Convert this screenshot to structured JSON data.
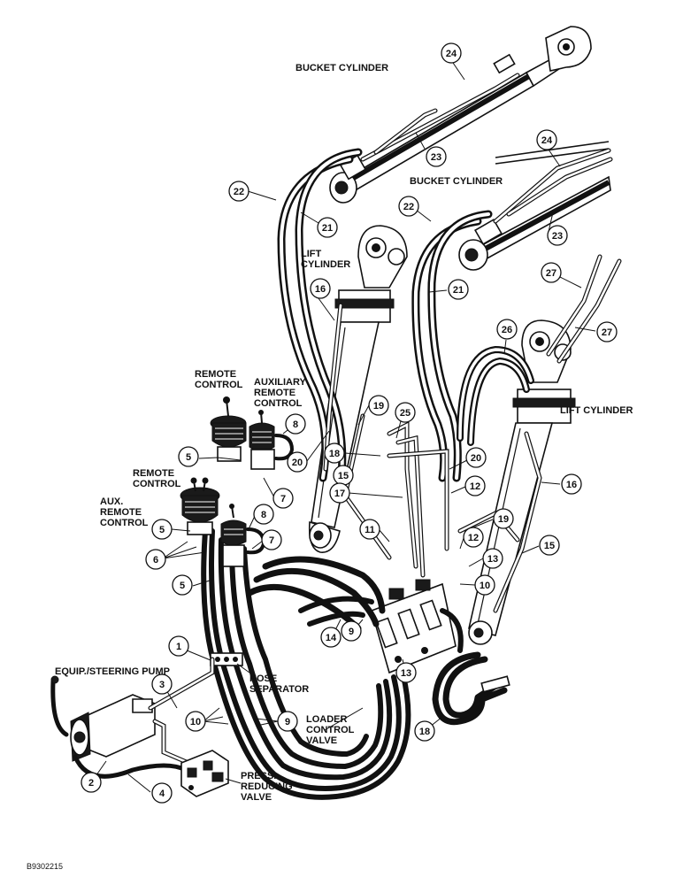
{
  "labels": {
    "bucket_cylinder_1": "BUCKET CYLINDER",
    "bucket_cylinder_2": "BUCKET CYLINDER",
    "lift_cylinder_1_a": "LIFT",
    "lift_cylinder_1_b": "CYLINDER",
    "lift_cylinder_2": "LIFT CYLINDER",
    "remote_control_1_a": "REMOTE",
    "remote_control_1_b": "CONTROL",
    "aux_remote_control_1_a": "AUXILIARY",
    "aux_remote_control_1_b": "REMOTE",
    "aux_remote_control_1_c": "CONTROL",
    "remote_control_2_a": "REMOTE",
    "remote_control_2_b": "CONTROL",
    "aux_remote_control_2_a": "AUX.",
    "aux_remote_control_2_b": "REMOTE",
    "aux_remote_control_2_c": "CONTROL",
    "equip_steering_pump": "EQUIP./STEERING PUMP",
    "hose_separator_a": "HOSE",
    "hose_separator_b": "SEPARATOR",
    "loader_control_valve_a": "LOADER",
    "loader_control_valve_b": "CONTROL",
    "loader_control_valve_c": "VALVE",
    "press_reducing_valve_a": "PRESS.",
    "press_reducing_valve_b": "REDUCING",
    "press_reducing_valve_c": "VALVE",
    "figure_ref": "B9302215"
  },
  "callouts": [
    "24",
    "23",
    "24",
    "22",
    "21",
    "22",
    "23",
    "27",
    "21",
    "16",
    "27",
    "26",
    "8",
    "19",
    "25",
    "5",
    "20",
    "18",
    "15",
    "20",
    "17",
    "12",
    "7",
    "19",
    "8",
    "5",
    "11",
    "7",
    "6",
    "16",
    "12",
    "13",
    "15",
    "5",
    "10",
    "1",
    "14",
    "9",
    "13",
    "3",
    "10",
    "9",
    "18",
    "2",
    "4"
  ]
}
